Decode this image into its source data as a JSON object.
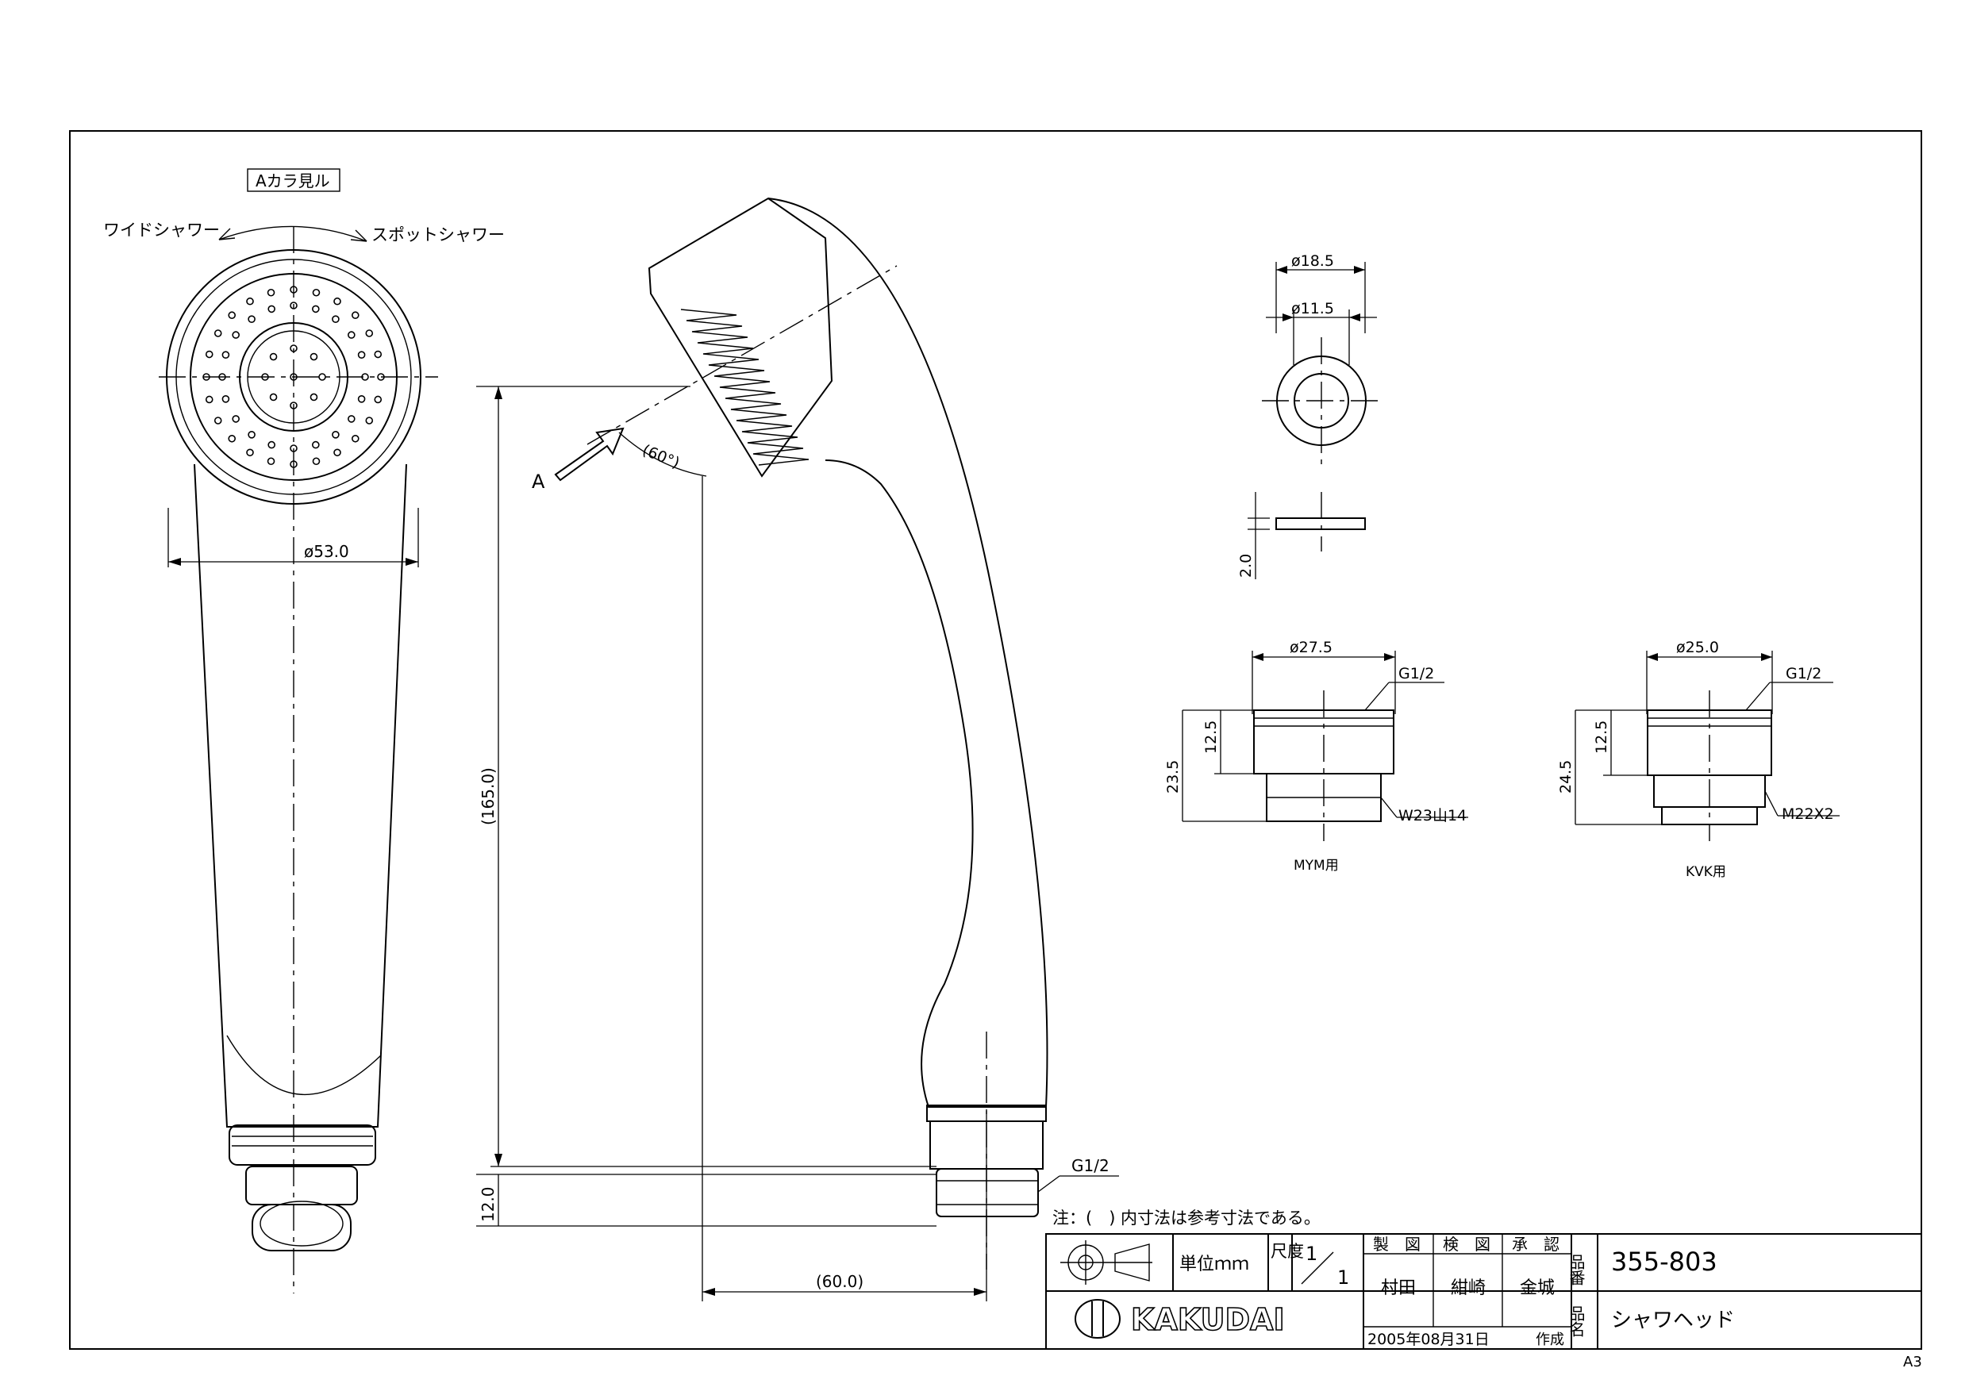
{
  "sheet": {
    "size": "A3"
  },
  "views": {
    "front": {
      "view_label": "Aカラ見ル",
      "rotation_left": "ワイドシャワー",
      "rotation_right": "スポットシャワー",
      "diameter": "ø53.0"
    },
    "side": {
      "length": "(165.0)",
      "thread_length": "12.0",
      "offset": "(60.0)",
      "angle": "(60°)",
      "arrow_label": "A",
      "thread": "G1/2"
    }
  },
  "washer": {
    "outer_diameter": "ø18.5",
    "inner_diameter": "ø11.5",
    "thickness": "2.0"
  },
  "adapters": [
    {
      "caption": "MYM用",
      "diameter": "ø27.5",
      "thread_top": "G1/2",
      "height_total": "23.5",
      "height_upper": "12.5",
      "thread_bottom": "W23山14"
    },
    {
      "caption": "KVK用",
      "diameter": "ø25.0",
      "thread_top": "G1/2",
      "height_total": "24.5",
      "height_upper": "12.5",
      "thread_bottom": "M22X2"
    }
  ],
  "note": "注：(　) 内寸法は参考寸法である。",
  "title_block": {
    "unit": "単位ｍｍ",
    "scale_label": "尺度",
    "scale_num": "1",
    "scale_den": "1",
    "roles": [
      "製　図",
      "検　図",
      "承　認"
    ],
    "names": [
      "村田",
      "紺崎",
      "金城"
    ],
    "date": "2005年08月31日",
    "created": "作成",
    "part_no_label": "品番",
    "part_no": "355-803",
    "part_name_label": "品名",
    "part_name": "シャワヘッド",
    "logo_text": "KAKUDAI"
  }
}
